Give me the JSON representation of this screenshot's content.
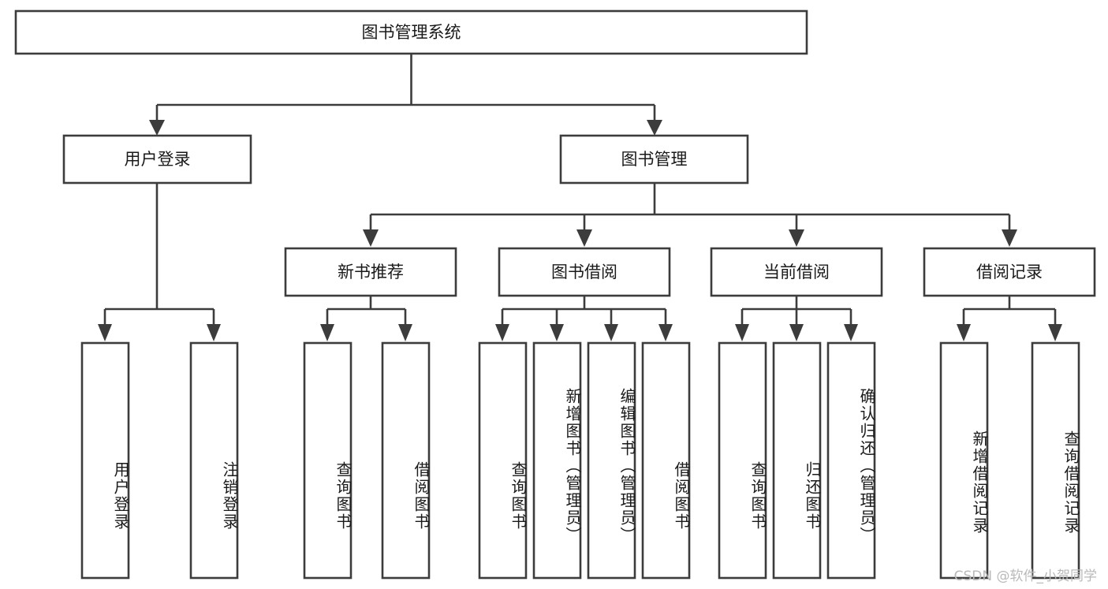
{
  "diagram": {
    "title": "图书管理系统",
    "type": "tree-hierarchy",
    "root": {
      "label": "图书管理系统"
    },
    "level2": [
      {
        "label": "用户登录"
      },
      {
        "label": "图书管理"
      }
    ],
    "level3": [
      {
        "label": "新书推荐"
      },
      {
        "label": "图书借阅"
      },
      {
        "label": "当前借阅"
      },
      {
        "label": "借阅记录"
      }
    ],
    "leaves": {
      "user_login": [
        {
          "label": "用户登录"
        },
        {
          "label": "注销登录"
        }
      ],
      "new_book_recommend": [
        {
          "label": "查询图书"
        },
        {
          "label": "借阅图书"
        }
      ],
      "book_borrow": [
        {
          "label": "查询图书"
        },
        {
          "label": "新增图书（管理员）"
        },
        {
          "label": "编辑图书（管理员）"
        },
        {
          "label": "借阅图书"
        }
      ],
      "current_borrow": [
        {
          "label": "查询图书"
        },
        {
          "label": "归还图书"
        },
        {
          "label": "确认归还（管理员）"
        }
      ],
      "borrow_record": [
        {
          "label": "新增借阅记录"
        },
        {
          "label": "查询借阅记录"
        }
      ]
    }
  },
  "watermark": {
    "text": "CSDN @软件_小贺同学"
  },
  "colors": {
    "stroke": "#3c3c3c",
    "fill": "#ffffff",
    "text": "#1a1a1a",
    "watermark": "#b9b9b9"
  }
}
